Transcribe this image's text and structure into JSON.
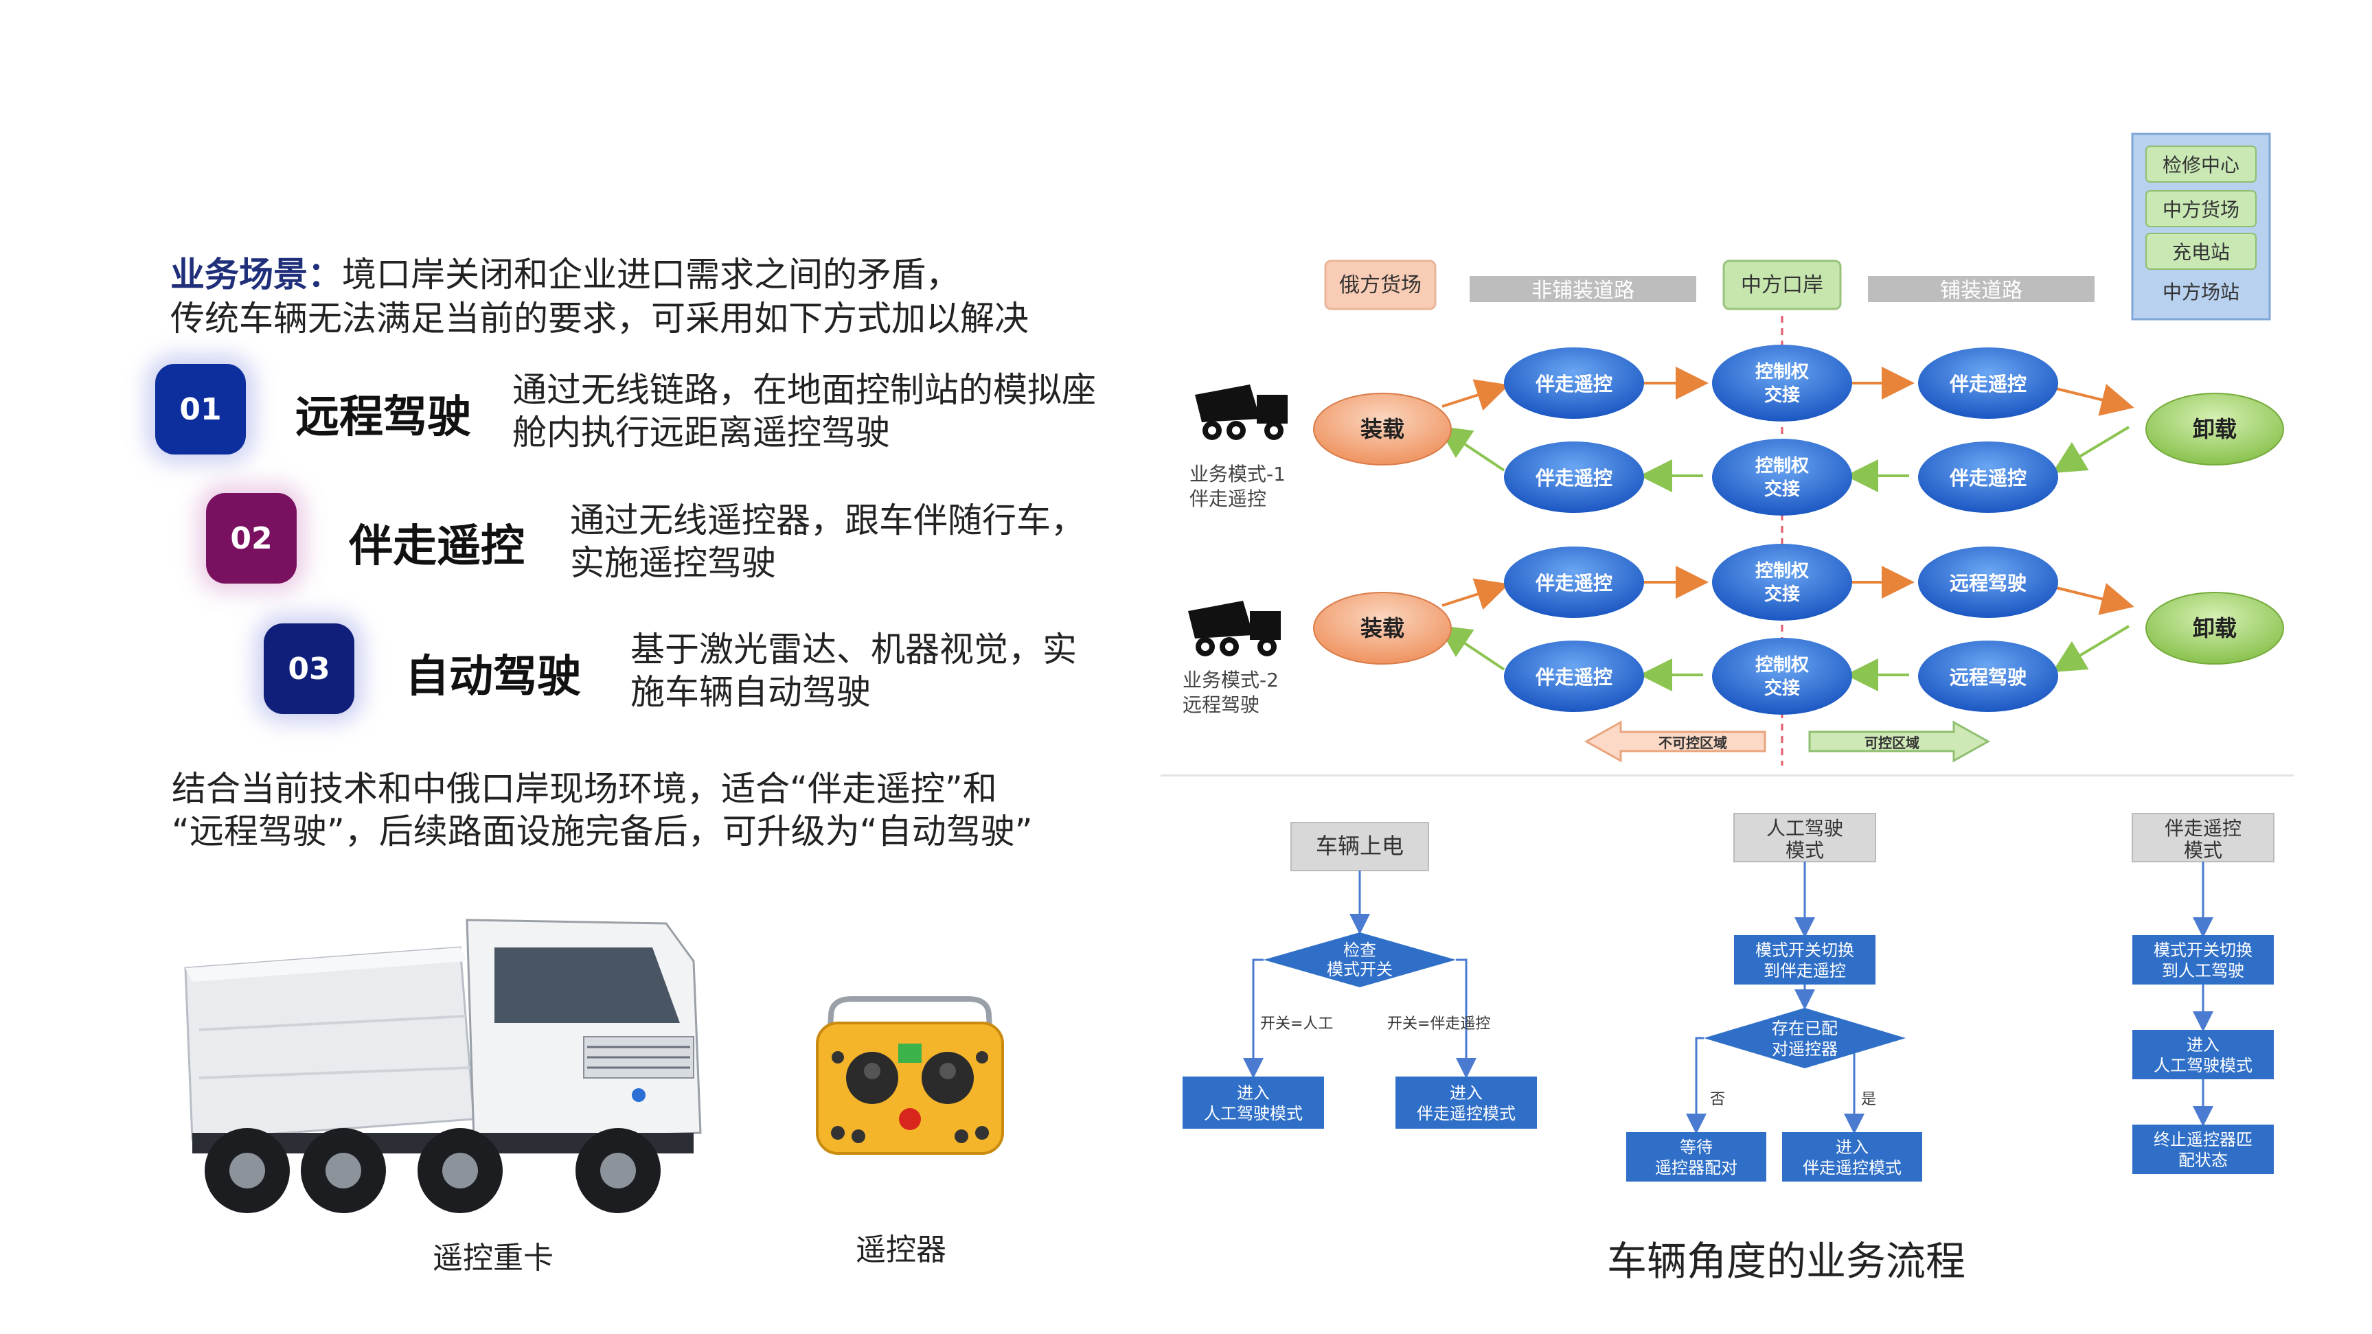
{
  "intro": {
    "keyword": "业务场景：",
    "line1": "境口岸关闭和企业进口需求之间的矛盾，",
    "line2": "传统车辆无法满足当前的要求，可采用如下方式加以解决"
  },
  "methods": [
    {
      "num": "01",
      "title": "远程驾驶",
      "desc1": "通过无线链路，在地面控制站的模拟座",
      "desc2": "舱内执行远距离遥控驾驶",
      "color": "#0d2f9e"
    },
    {
      "num": "02",
      "title": "伴走遥控",
      "desc1": "通过无线遥控器，跟车伴随行车，",
      "desc2": "实施遥控驾驶",
      "color": "#7a1060"
    },
    {
      "num": "03",
      "title": "自动驾驶",
      "desc1": "基于激光雷达、机器视觉，实",
      "desc2": "施车辆自动驾驶",
      "color": "#10207a"
    }
  ],
  "summary": {
    "line1": "结合当前技术和中俄口岸现场环境，适合“伴走遥控”和",
    "line2": "“远程驾驶”，后续路面设施完备后，可升级为“自动驾驶”"
  },
  "captions": {
    "truck": "遥控重卡",
    "remote": "遥控器",
    "flow": "车辆角度的业务流程"
  },
  "top_diagram": {
    "zones": {
      "russia": "俄方货场",
      "unpaved": "非铺装道路",
      "port": "中方口岸",
      "paved": "铺装道路"
    },
    "china_sites": [
      "检修中心",
      "中方货场",
      "充电站",
      "中方场站"
    ],
    "mode1": {
      "label1": "业务模式-1",
      "label2": "伴走遥控"
    },
    "mode2": {
      "label1": "业务模式-2",
      "label2": "远程驾驶"
    },
    "load": "装载",
    "unload": "卸载",
    "companion": "伴走遥控",
    "remote_drive": "远程驾驶",
    "handover1": "控制权",
    "handover2": "交接",
    "arrow_left": "不可控区域",
    "arrow_right": "可控区域"
  },
  "flow": {
    "power_on": "车辆上电",
    "check1": "检查",
    "check2": "模式开关",
    "branch_manual": "开关=人工",
    "branch_companion": "开关=伴走遥控",
    "enter_manual1": "进入",
    "enter_manual2": "人工驾驶模式",
    "enter_comp1": "进入",
    "enter_comp2": "伴走遥控模式",
    "manual_mode1": "人工驾驶",
    "manual_mode2": "模式",
    "switch_to_comp1": "模式开关切换",
    "switch_to_comp2": "到伴走遥控",
    "paired1": "存在已配",
    "paired2": "对遥控器",
    "no": "否",
    "yes": "是",
    "wait1": "等待",
    "wait2": "遥控器配对",
    "enter_comp_b1": "进入",
    "enter_comp_b2": "伴走遥控模式",
    "comp_mode1": "伴走遥控",
    "comp_mode2": "模式",
    "switch_to_manual1": "模式开关切换",
    "switch_to_manual2": "到人工驾驶",
    "enter_manual_b1": "进入",
    "enter_manual_b2": "人工驾驶模式",
    "terminate1": "终止遥控器匹",
    "terminate2": "配状态"
  },
  "colors": {
    "blue_node": "#2d6fd6",
    "peach": "#f4a57a",
    "green": "#9fd06a",
    "gray_bar": "#bdbdbd",
    "flow_box": "#2f6fc8"
  }
}
